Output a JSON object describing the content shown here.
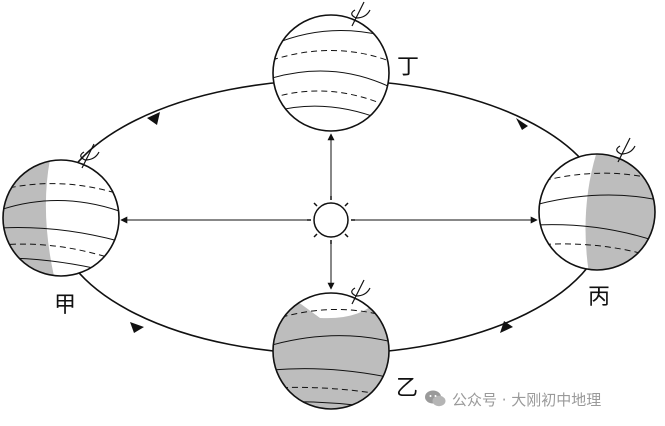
{
  "globes": {
    "jia": "甲",
    "yi": "乙",
    "bing": "丙",
    "ding": "丁"
  },
  "watermark": {
    "text": "公众号 · 大刚初中地理",
    "icon": "wechat-icon"
  },
  "colors": {
    "night_shade": "#bdbdbd",
    "line": "#111111",
    "watermark": "#9a9a9a"
  }
}
